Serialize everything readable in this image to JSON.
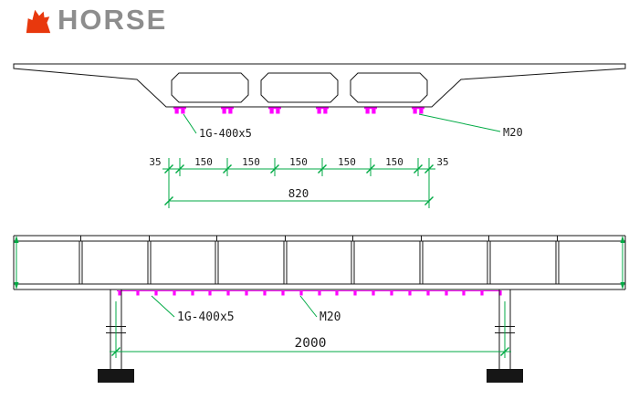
{
  "logo": {
    "brand": "HORSE"
  },
  "colors": {
    "bg": "#ffffff",
    "line": "#161616",
    "text": "#1c1c1c",
    "dim-green": "#00aa44",
    "anchor-magenta": "#ff00ff",
    "logo-red": "#e8380d",
    "logo-gray": "#8d8d8d"
  },
  "cross_section": {
    "plate_label": "1G-400x5",
    "bolt_label": "M20",
    "edge_left": "35",
    "edge_right": "35",
    "spacings": [
      "150",
      "150",
      "150",
      "150",
      "150"
    ],
    "overall": "820"
  },
  "elevation": {
    "plate_label": "1G-400x5",
    "bolt_label": "M20",
    "overall": "2000"
  }
}
